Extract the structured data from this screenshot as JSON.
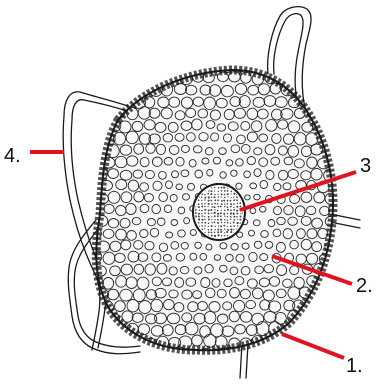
{
  "figure": {
    "callouts": [
      {
        "id": "1",
        "text": "1."
      },
      {
        "id": "2",
        "text": "2."
      },
      {
        "id": "3",
        "text": "3"
      },
      {
        "id": "4",
        "text": "4."
      }
    ]
  },
  "colors": {
    "leader": "#e0141e",
    "ink": "#1a1a1a",
    "background": "#ffffff"
  }
}
